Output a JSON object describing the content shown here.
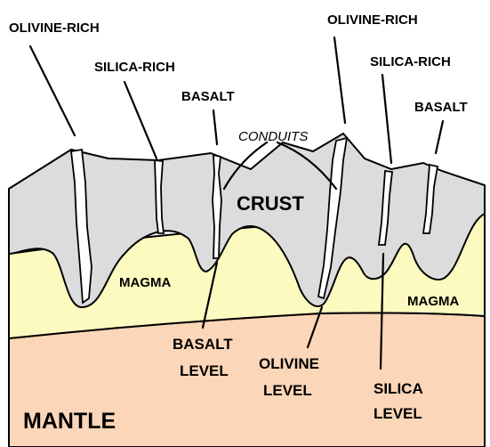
{
  "diagram": {
    "labels": {
      "olivine_rich_left": "OLIVINE-RICH",
      "silica_rich_left": "SILICA-RICH",
      "basalt_left": "BASALT",
      "conduits": "CONDUITS",
      "olivine_rich_right": "OLIVINE-RICH",
      "silica_rich_right": "SILICA-RICH",
      "basalt_right": "BASALT",
      "crust": "CRUST",
      "magma_left": "MAGMA",
      "magma_right": "MAGMA",
      "basalt_level_line1": "BASALT",
      "basalt_level_line2": "LEVEL",
      "olivine_level_line1": "OLIVINE",
      "olivine_level_line2": "LEVEL",
      "silica_level_line1": "SILICA",
      "silica_level_line2": "LEVEL",
      "mantle": "MANTLE"
    },
    "colors": {
      "crust": "#dcdcdc",
      "magma": "#fdfac0",
      "mantle": "#fcd6b8",
      "conduit": "#ffffff",
      "outline": "#000000"
    }
  }
}
